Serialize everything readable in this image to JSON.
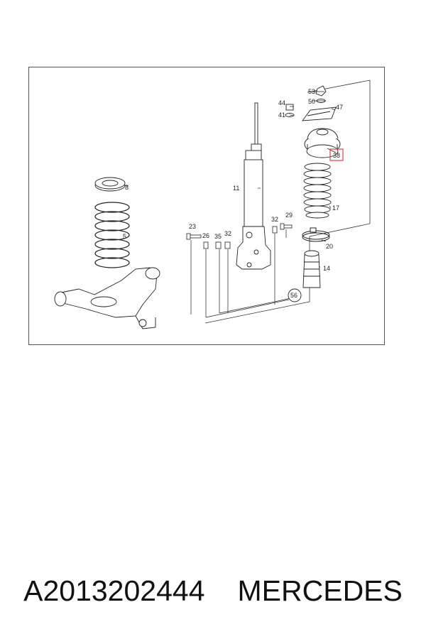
{
  "diagram": {
    "labels": {
      "l53": "53",
      "l50": "50",
      "l47": "47",
      "l44": "44",
      "l41": "41",
      "l38": "38",
      "l11": "11",
      "l8": "8",
      "l5": "5",
      "l17": "17",
      "l23": "23",
      "l26": "26",
      "l35": "35",
      "l32a": "32",
      "l32b": "32",
      "l29": "29",
      "l20": "20",
      "l14": "14",
      "l56": "56"
    },
    "highlight_color": "#d9434a"
  },
  "caption": {
    "part_number": "A2013202444",
    "brand": "MERCEDES"
  }
}
